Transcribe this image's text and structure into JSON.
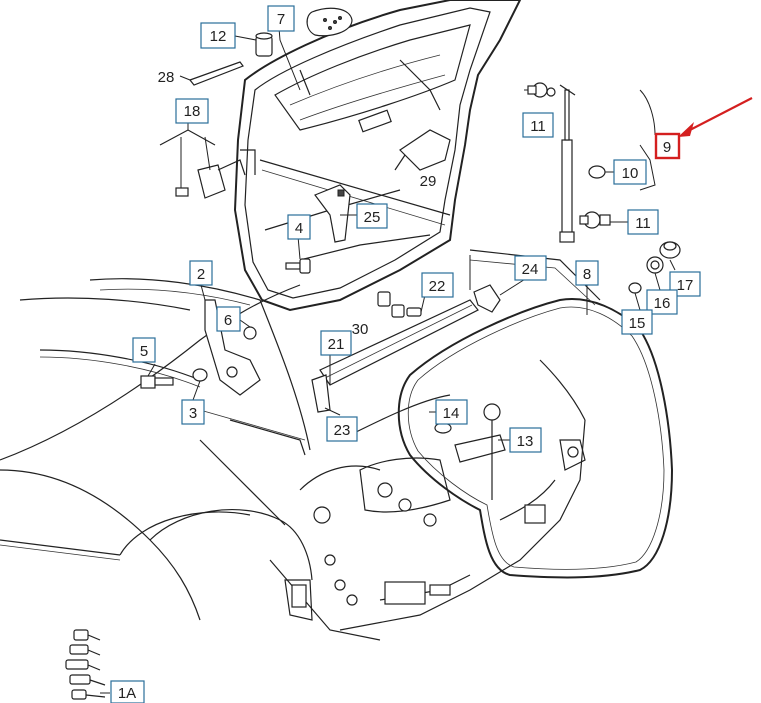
{
  "callouts": [
    {
      "id": "c12",
      "label": "12"
    },
    {
      "id": "c7",
      "label": "7"
    },
    {
      "id": "c18",
      "label": "18"
    },
    {
      "id": "c11a",
      "label": "11"
    },
    {
      "id": "c9",
      "label": "9"
    },
    {
      "id": "c10",
      "label": "10"
    },
    {
      "id": "c11b",
      "label": "11"
    },
    {
      "id": "c25",
      "label": "25"
    },
    {
      "id": "c4",
      "label": "4"
    },
    {
      "id": "c2",
      "label": "2"
    },
    {
      "id": "c24",
      "label": "24"
    },
    {
      "id": "c8",
      "label": "8"
    },
    {
      "id": "c22",
      "label": "22"
    },
    {
      "id": "c17",
      "label": "17"
    },
    {
      "id": "c16",
      "label": "16"
    },
    {
      "id": "c15",
      "label": "15"
    },
    {
      "id": "c6",
      "label": "6"
    },
    {
      "id": "c21",
      "label": "21"
    },
    {
      "id": "c5",
      "label": "5"
    },
    {
      "id": "c3",
      "label": "3"
    },
    {
      "id": "c14",
      "label": "14"
    },
    {
      "id": "c13",
      "label": "13"
    },
    {
      "id": "c23",
      "label": "23"
    },
    {
      "id": "c1A",
      "label": "1A"
    }
  ],
  "plain_labels": [
    {
      "id": "p28",
      "label": "28"
    },
    {
      "id": "p29",
      "label": "29"
    },
    {
      "id": "p30",
      "label": "30"
    }
  ],
  "highlight": {
    "label": "9",
    "color": "#d41f1f"
  },
  "colors": {
    "line": "#222222",
    "callout_border": "#2a6e9a",
    "highlight": "#d41f1f",
    "background": "#ffffff"
  }
}
